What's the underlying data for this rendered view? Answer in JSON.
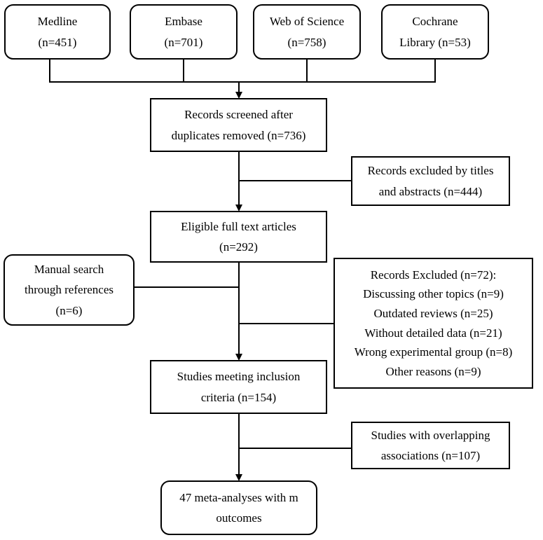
{
  "sources": [
    {
      "name": "Medline",
      "count": "(n=451)"
    },
    {
      "name": "Embase",
      "count": "(n=701)"
    },
    {
      "name": "Web of Science",
      "count": "(n=758)"
    },
    {
      "name": "Cochrane",
      "count": "Library (n=53)"
    }
  ],
  "screened": {
    "line1": "Records screened after",
    "line2": "duplicates removed (n=736)"
  },
  "excluded_titles": {
    "line1": "Records excluded by titles",
    "line2": "and abstracts (n=444)"
  },
  "eligible": {
    "line1": "Eligible full text articles",
    "line2": "(n=292)"
  },
  "manual_search": {
    "line1": "Manual search",
    "line2": "through references",
    "line3": "(n=6)"
  },
  "excluded_fulltext": {
    "title": "Records Excluded (n=72):",
    "reasons": [
      "Discussing other topics (n=9)",
      "Outdated reviews (n=25)",
      "Without detailed data (n=21)",
      "Wrong experimental group (n=8)",
      "Other reasons (n=9)"
    ]
  },
  "inclusion": {
    "line1": "Studies meeting inclusion",
    "line2": "criteria (n=154)"
  },
  "overlapping": {
    "line1": "Studies with overlapping",
    "line2": "associations (n=107)"
  },
  "final": {
    "line1": "47 meta-analyses with m",
    "line2": "outcomes"
  }
}
